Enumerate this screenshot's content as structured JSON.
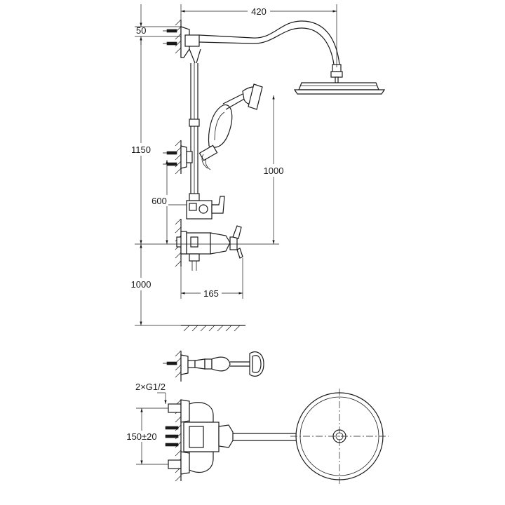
{
  "dimensions": {
    "arm_width": "420",
    "offset_top": "50",
    "total_height": "1150",
    "head_height": "1000",
    "valve_height": "600",
    "floor_height": "1000",
    "valve_depth": "165",
    "inlet_thread": "2×G1/2",
    "inlet_spacing": "150±20"
  }
}
